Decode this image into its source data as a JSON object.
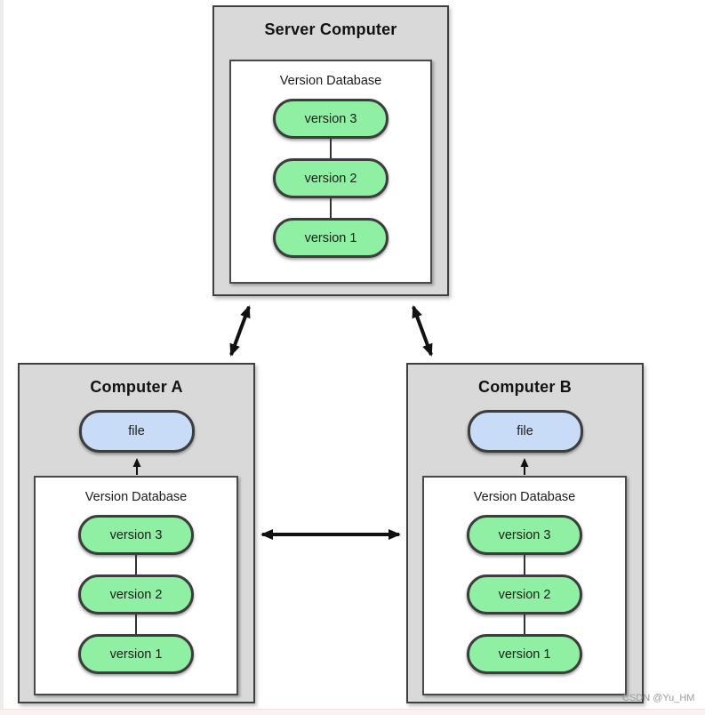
{
  "colors": {
    "box_fill": "#d9d9d9",
    "version_fill": "#8ff0a4",
    "file_fill": "#c8dbf7",
    "arrow": "#111111"
  },
  "server": {
    "title": "Server Computer",
    "database": {
      "title": "Version Database",
      "versions": [
        "version 3",
        "version 2",
        "version 1"
      ]
    }
  },
  "computer_a": {
    "title": "Computer A",
    "file_label": "file",
    "database": {
      "title": "Version Database",
      "versions": [
        "version 3",
        "version 2",
        "version 1"
      ]
    }
  },
  "computer_b": {
    "title": "Computer B",
    "file_label": "file",
    "database": {
      "title": "Version Database",
      "versions": [
        "version 3",
        "version 2",
        "version 1"
      ]
    }
  },
  "watermark": "CSDN @Yu_HM"
}
